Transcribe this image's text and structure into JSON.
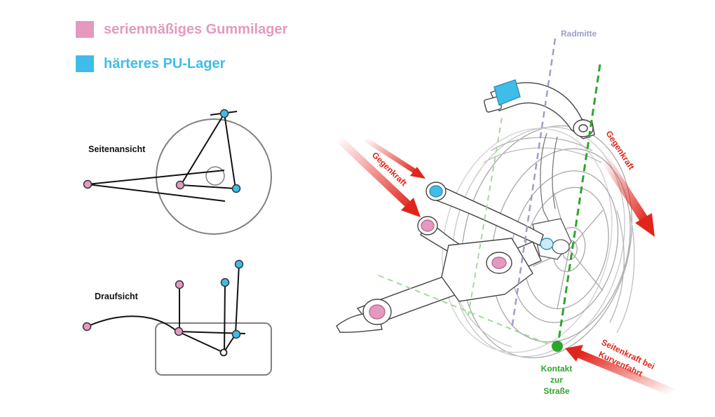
{
  "legend": {
    "items": [
      {
        "label": "serienmäßiges Gummilager",
        "color": "#e599bf"
      },
      {
        "label": "härteres PU-Lager",
        "color": "#3fbde8"
      }
    ]
  },
  "views": {
    "side": "Seitenansicht",
    "top": "Draufsicht"
  },
  "labels": {
    "radmitte": "Radmitte",
    "gegenkraft": "Gegenkraft",
    "seitenkraft_line1": "Seitenkraft bei",
    "seitenkraft_line2": "Kurvenfahrt",
    "kontakt_line1": "Kontakt",
    "kontakt_line2": "zur",
    "kontakt_line3": "Straße"
  },
  "colors": {
    "rubber": "#e599bf",
    "pu": "#3fbde8",
    "force": "#e0261c",
    "contact": "#2ea52e",
    "radmitte": "#9aa0c8",
    "sketch": "#888888"
  }
}
